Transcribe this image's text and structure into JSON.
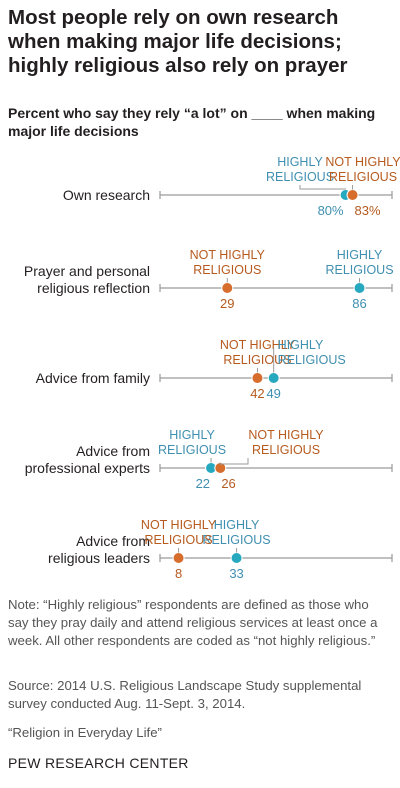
{
  "header": {
    "title": "Most people rely on own research when making major life decisions; highly religious also rely on prayer",
    "subtitle": "Percent who say they rely “a lot” on ____ when making major life decisions"
  },
  "colors": {
    "highly_religious": "#26a9bf",
    "not_highly_religious": "#d66d2c",
    "highly_religious_text": "#3f8fb0",
    "not_highly_religious_text": "#b65a1e",
    "axis": "#9a9a9a"
  },
  "chart_data": {
    "type": "dot",
    "title": "Most people rely on own research when making major life decisions; highly religious also rely on prayer",
    "subtitle": "Percent who say they rely “a lot” on ____ when making major life decisions",
    "xlim": [
      0,
      100
    ],
    "grid": false,
    "legend": "inline labels",
    "categories": [
      [
        "Own research"
      ],
      [
        "Prayer and personal",
        "religious reflection"
      ],
      [
        "Advice from family"
      ],
      [
        "Advice from",
        "professional experts"
      ],
      [
        "Advice from",
        "religious leaders"
      ]
    ],
    "series": [
      {
        "name": "HIGHLY RELIGIOUS",
        "name_lines": [
          "HIGHLY",
          "RELIGIOUS"
        ],
        "values": [
          80,
          86,
          49,
          22,
          33
        ],
        "value_labels": [
          "80%",
          "86",
          "49",
          "22",
          "33"
        ]
      },
      {
        "name": "NOT HIGHLY RELIGIOUS",
        "name_lines": [
          "NOT HIGHLY",
          "RELIGIOUS"
        ],
        "values": [
          83,
          29,
          42,
          26,
          8
        ],
        "value_labels": [
          "83%",
          "29",
          "42",
          "26",
          "8"
        ]
      }
    ]
  },
  "footer": {
    "note": "Note: “Highly religious” respondents are defined as those who say they pray daily and attend religious services at least once a week. All other respondents are coded as “not highly religious.”",
    "source": "Source: 2014 U.S. Religious Landscape Study supplemental survey conducted Aug. 11-Sept. 3, 2014.",
    "report": "“Religion in Everyday Life”",
    "org": "PEW RESEARCH CENTER"
  }
}
